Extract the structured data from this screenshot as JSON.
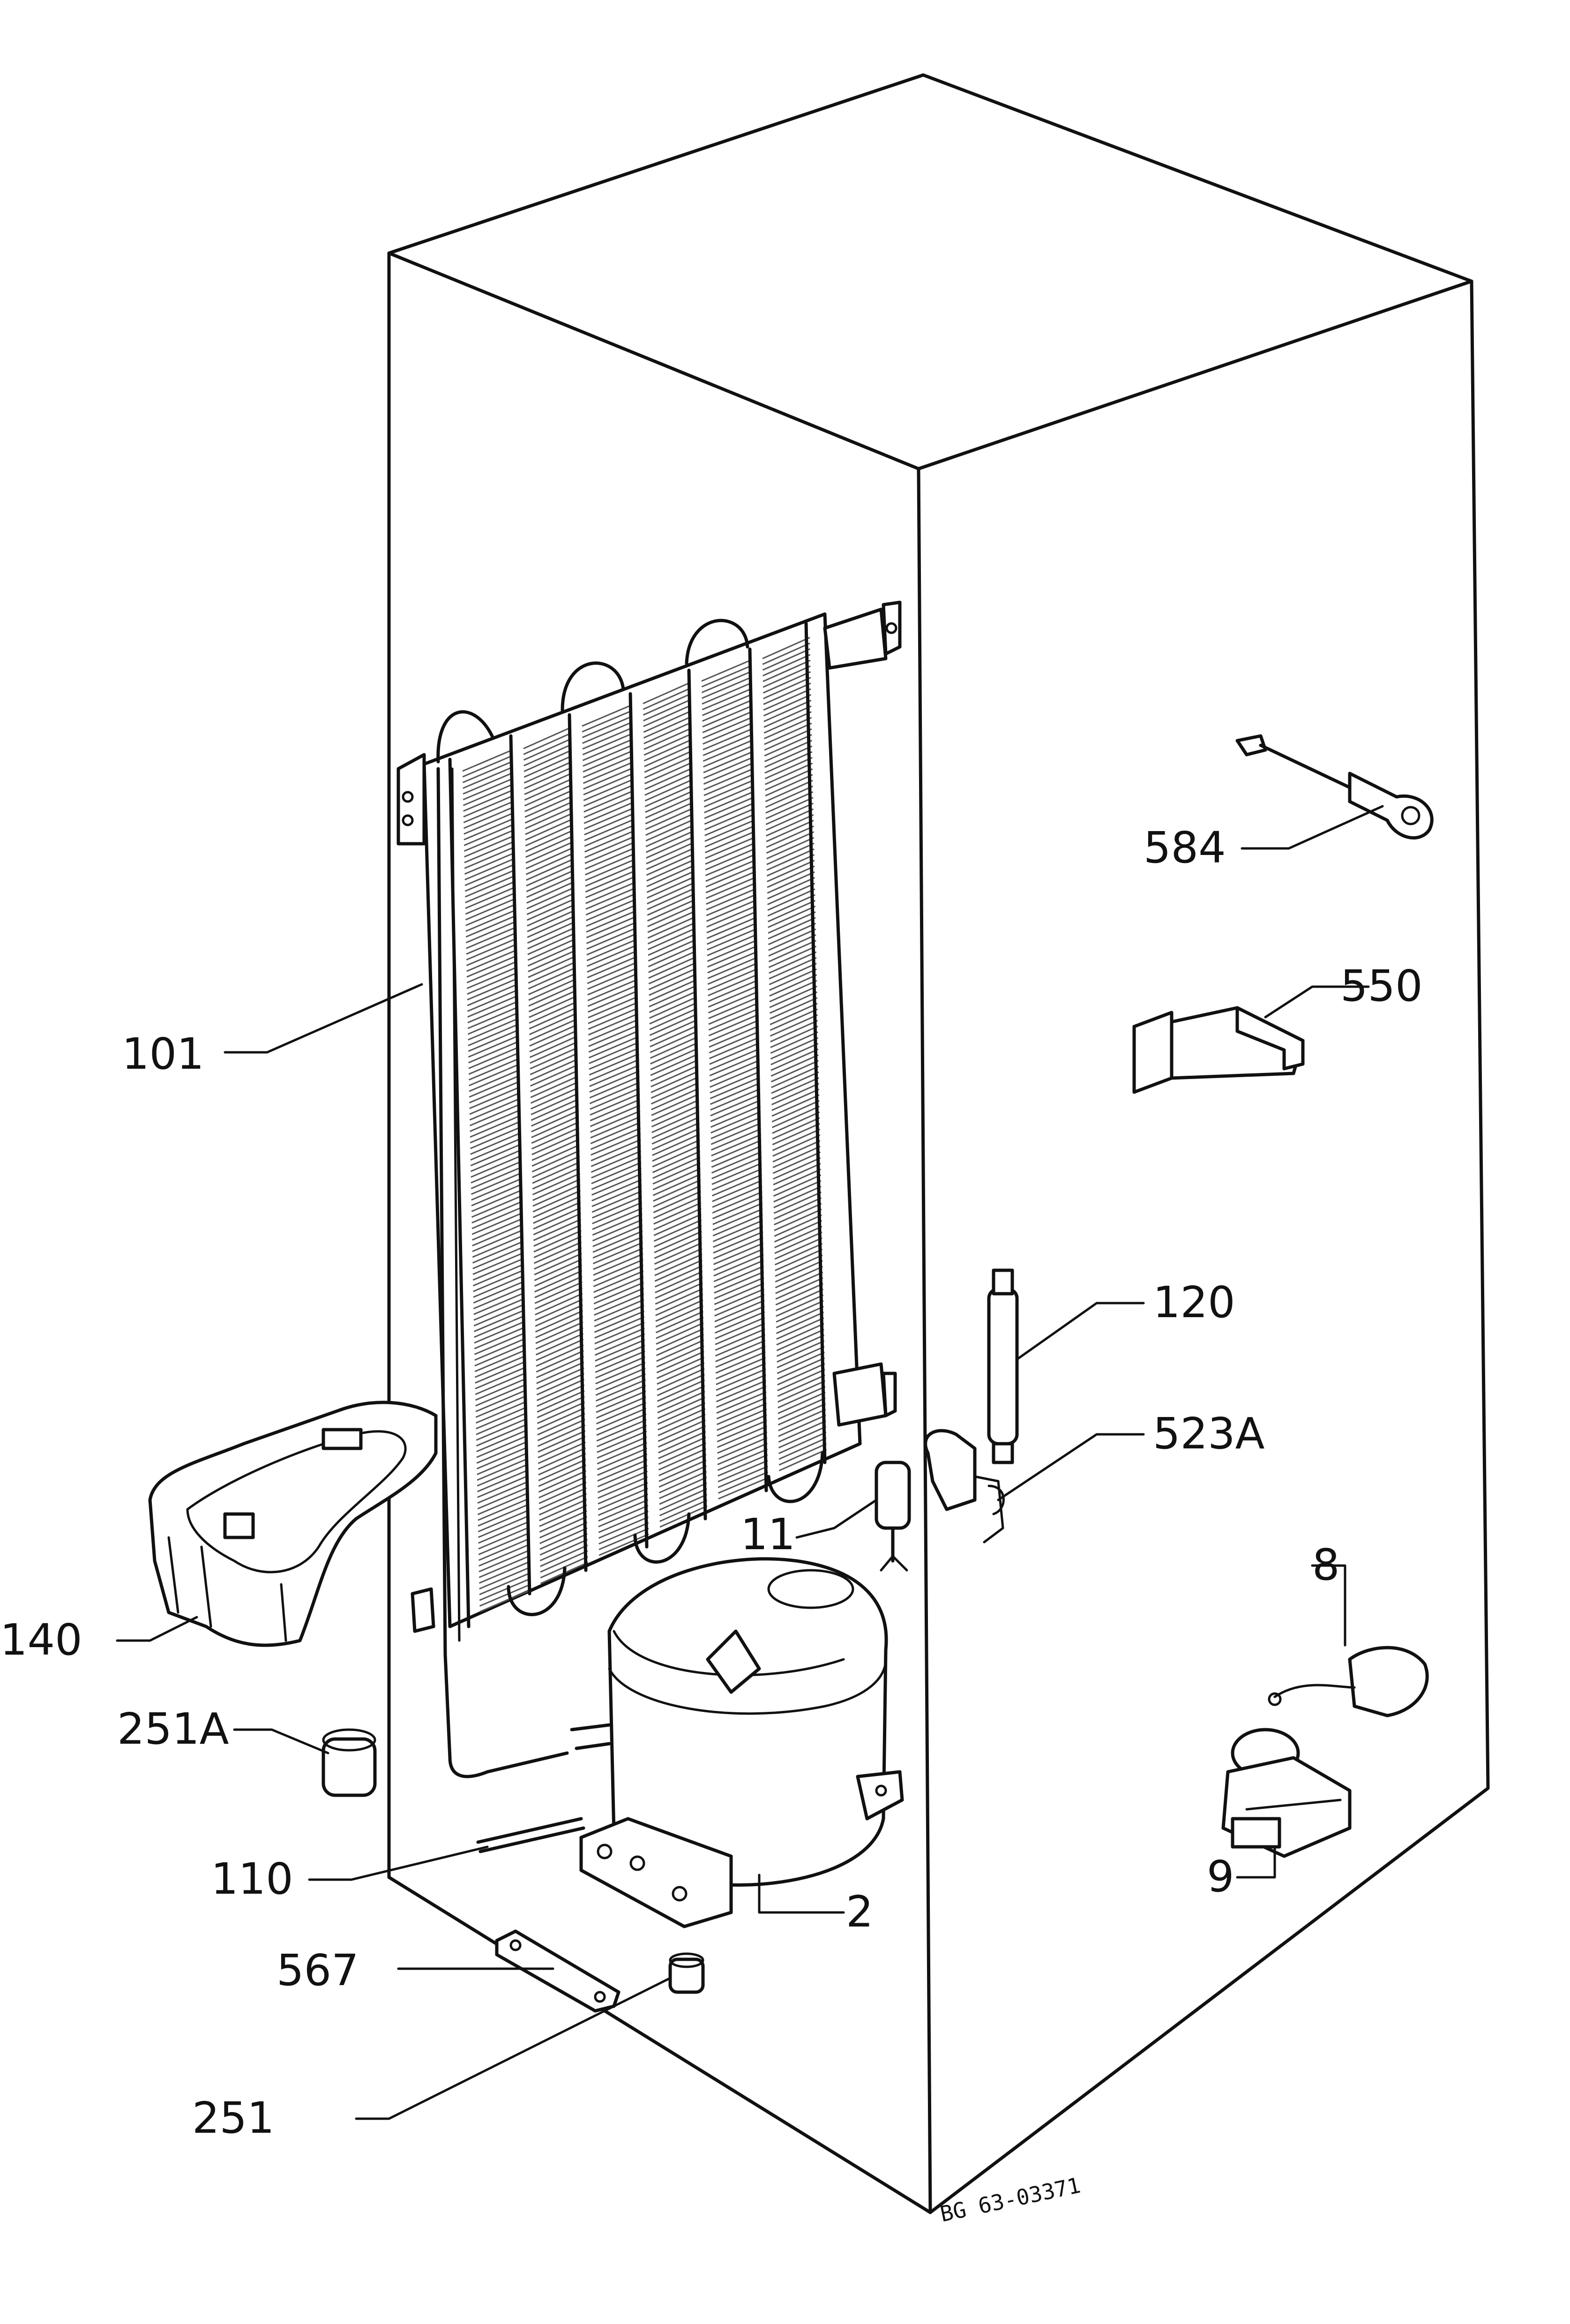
{
  "parts": [
    {
      "id": "p584",
      "label": "584"
    },
    {
      "id": "p550",
      "label": "550"
    },
    {
      "id": "p101",
      "label": "101"
    },
    {
      "id": "p120",
      "label": "120"
    },
    {
      "id": "p523A",
      "label": "523A"
    },
    {
      "id": "p11",
      "label": "11"
    },
    {
      "id": "p8",
      "label": "8"
    },
    {
      "id": "p140",
      "label": "140"
    },
    {
      "id": "p251A",
      "label": "251A"
    },
    {
      "id": "p110",
      "label": "110"
    },
    {
      "id": "p2",
      "label": "2"
    },
    {
      "id": "p9",
      "label": "9"
    },
    {
      "id": "p567",
      "label": "567"
    },
    {
      "id": "p251",
      "label": "251"
    }
  ],
  "drawing_code": "BG 63-03371"
}
